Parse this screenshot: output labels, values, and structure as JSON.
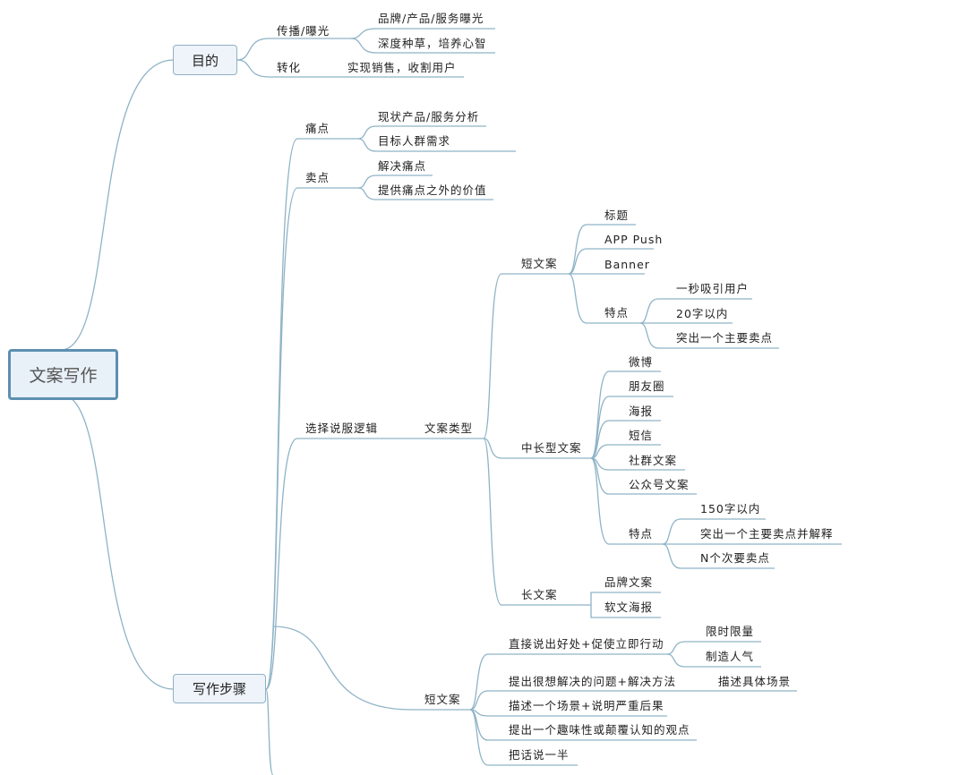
{
  "root": "文案写作",
  "purpose": {
    "label": "目的",
    "spread": "传播/曝光",
    "spread_children": [
      "品牌/产品/服务曝光",
      "深度种草，培养心智"
    ],
    "convert": "转化",
    "convert_child": "实现销售，收割用户"
  },
  "steps": {
    "label": "写作步骤",
    "pain": "痛点",
    "pain_children": [
      "现状产品/服务分析",
      "目标人群需求"
    ],
    "sell": "卖点",
    "sell_children": [
      "解决痛点",
      "提供痛点之外的价值"
    ],
    "logic": "选择说服逻辑",
    "type": "文案类型",
    "short": {
      "label": "短文案",
      "children": [
        "标题",
        "APP Push",
        "Banner"
      ],
      "feature": "特点",
      "features": [
        "一秒吸引用户",
        "20字以内",
        "突出一个主要卖点"
      ]
    },
    "medium": {
      "label": "中长型文案",
      "children": [
        "微博",
        "朋友圈",
        "海报",
        "短信",
        "社群文案",
        "公众号文案"
      ],
      "feature": "特点",
      "features": [
        "150字以内",
        "突出一个主要卖点并解释",
        "N个次要卖点"
      ]
    },
    "long": {
      "label": "长文案",
      "children": [
        "品牌文案",
        "软文海报"
      ]
    },
    "short_copy": {
      "label": "短文案",
      "methods": [
        "直接说出好处+促使立即行动",
        "提出很想解决的问题+解决方法",
        "描述一个场景+说明严重后果",
        "提出一个趣味性或颠覆认知的观点",
        "把话说一半"
      ],
      "method1_children": [
        "限时限量",
        "制造人气"
      ],
      "method2_child": "描述具体场景"
    }
  },
  "colors": {
    "line": "#8fb3c6",
    "node_bg": "#eef4fa",
    "root_border": "#5d8fb0"
  }
}
